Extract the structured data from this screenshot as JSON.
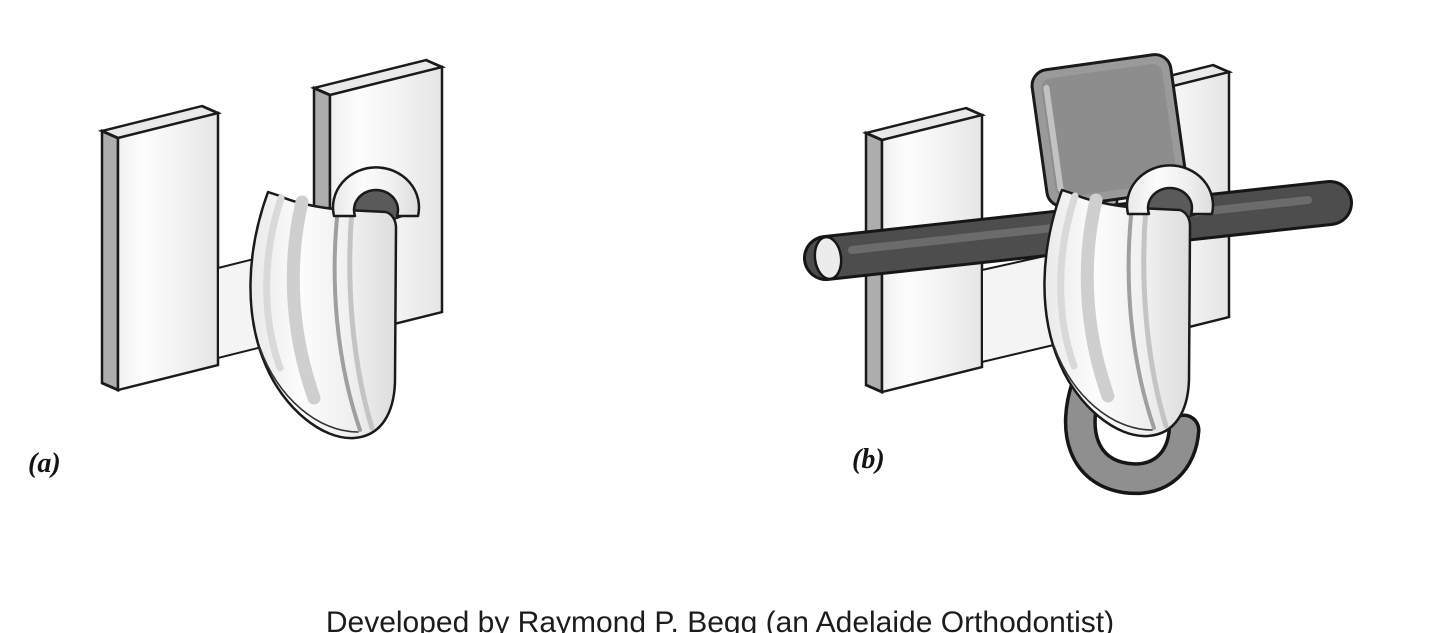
{
  "page": {
    "background": "#ffffff"
  },
  "figure": {
    "panels": [
      {
        "label": "(a)"
      },
      {
        "label": "(b)"
      }
    ],
    "caption": "Developed by Raymond P. Begg (an Adelaide Orthodontist)"
  },
  "colors": {
    "outline": "#1a1a1a",
    "face_front": "#fbfbfb",
    "face_top": "#e9e9e9",
    "face_side": "#adadad",
    "slot_dark": "#5a5a5a",
    "wire": "#4d4d4d",
    "wire_outline": "#161616",
    "wire_end_face": "#ececec",
    "pin": "#9a9a9a",
    "hook": "#8f8f8f",
    "caption_text": "#1c1c1c"
  }
}
